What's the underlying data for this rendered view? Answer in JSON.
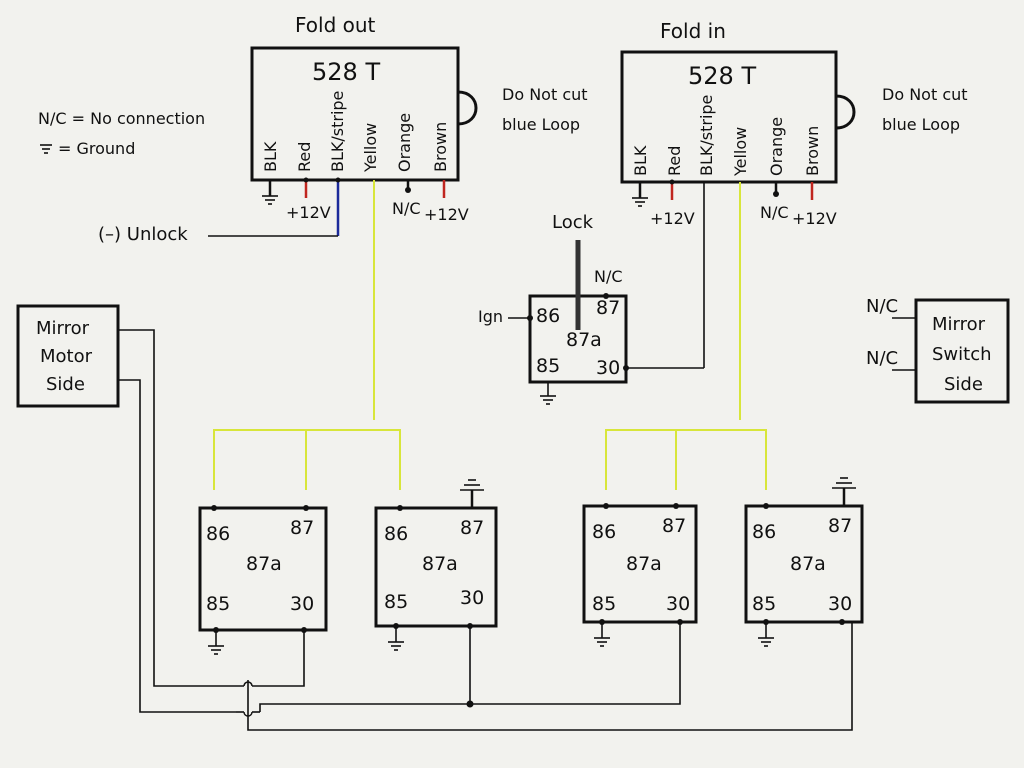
{
  "headers": {
    "fold_out": "Fold out",
    "fold_in": "Fold in"
  },
  "module": {
    "name": "528 T",
    "wires": [
      "BLK",
      "Red",
      "BLK/stripe",
      "Yellow",
      "Orange",
      "Brown"
    ],
    "note": [
      "Do Not cut",
      "blue Loop"
    ]
  },
  "legend": {
    "nc": "N/C = No connection",
    "ground": "= Ground"
  },
  "labels": {
    "unlock": "(–) Unlock",
    "lock": "Lock",
    "ign": "Ign",
    "nc": "N/C",
    "plus12v": "+12V"
  },
  "mirror_motor": [
    "Mirror",
    "Motor",
    "Side"
  ],
  "mirror_switch": [
    "Mirror",
    "Switch",
    "Side"
  ],
  "relay_pins": {
    "p86": "86",
    "p87": "87",
    "p87a": "87a",
    "p85": "85",
    "p30": "30"
  },
  "colors": {
    "paper": "#f2f2ee",
    "ink": "#111111",
    "yellow_wire": "#d8e63a",
    "red_wire": "#c0261f",
    "blue_wire": "#1b2a9a"
  }
}
